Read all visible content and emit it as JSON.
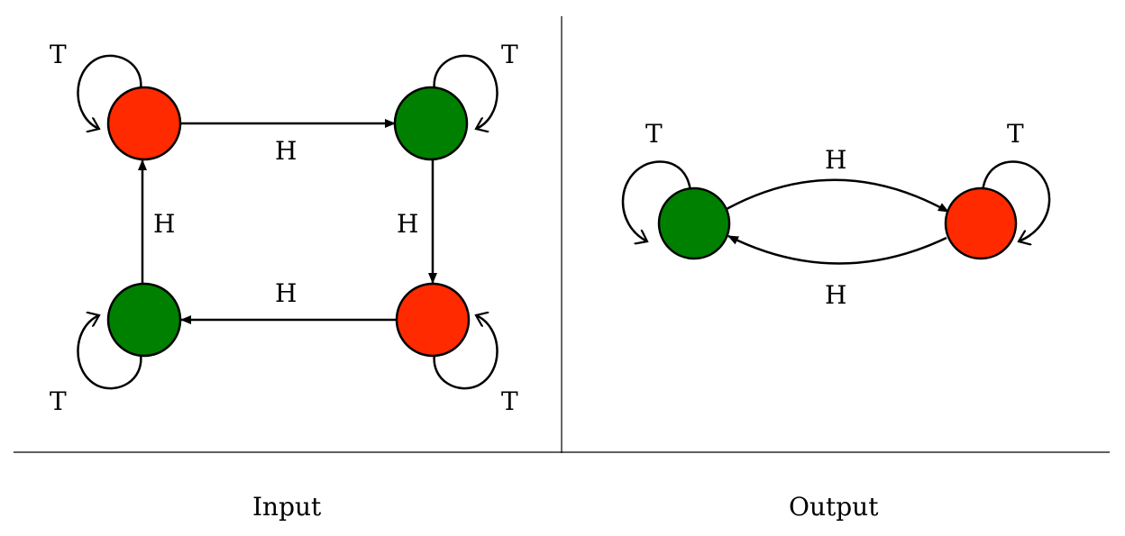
{
  "colors": {
    "red": "#ff2a00",
    "green": "#008000",
    "ink": "#000000"
  },
  "panels": {
    "input": {
      "caption": "Input",
      "nodes": [
        {
          "id": "tl",
          "color": "red"
        },
        {
          "id": "tr",
          "color": "green"
        },
        {
          "id": "br",
          "color": "red"
        },
        {
          "id": "bl",
          "color": "green"
        }
      ],
      "edges": [
        {
          "from": "tl",
          "to": "tr",
          "label": "H"
        },
        {
          "from": "tr",
          "to": "br",
          "label": "H"
        },
        {
          "from": "br",
          "to": "bl",
          "label": "H"
        },
        {
          "from": "bl",
          "to": "tl",
          "label": "H"
        }
      ],
      "loops": [
        {
          "node": "tl",
          "label": "T"
        },
        {
          "node": "tr",
          "label": "T"
        },
        {
          "node": "br",
          "label": "T"
        },
        {
          "node": "bl",
          "label": "T"
        }
      ]
    },
    "output": {
      "caption": "Output",
      "nodes": [
        {
          "id": "left",
          "color": "green"
        },
        {
          "id": "right",
          "color": "red"
        }
      ],
      "edges": [
        {
          "from": "left",
          "to": "right",
          "label": "H"
        },
        {
          "from": "right",
          "to": "left",
          "label": "H"
        }
      ],
      "loops": [
        {
          "node": "left",
          "label": "T"
        },
        {
          "node": "right",
          "label": "T"
        }
      ]
    }
  }
}
